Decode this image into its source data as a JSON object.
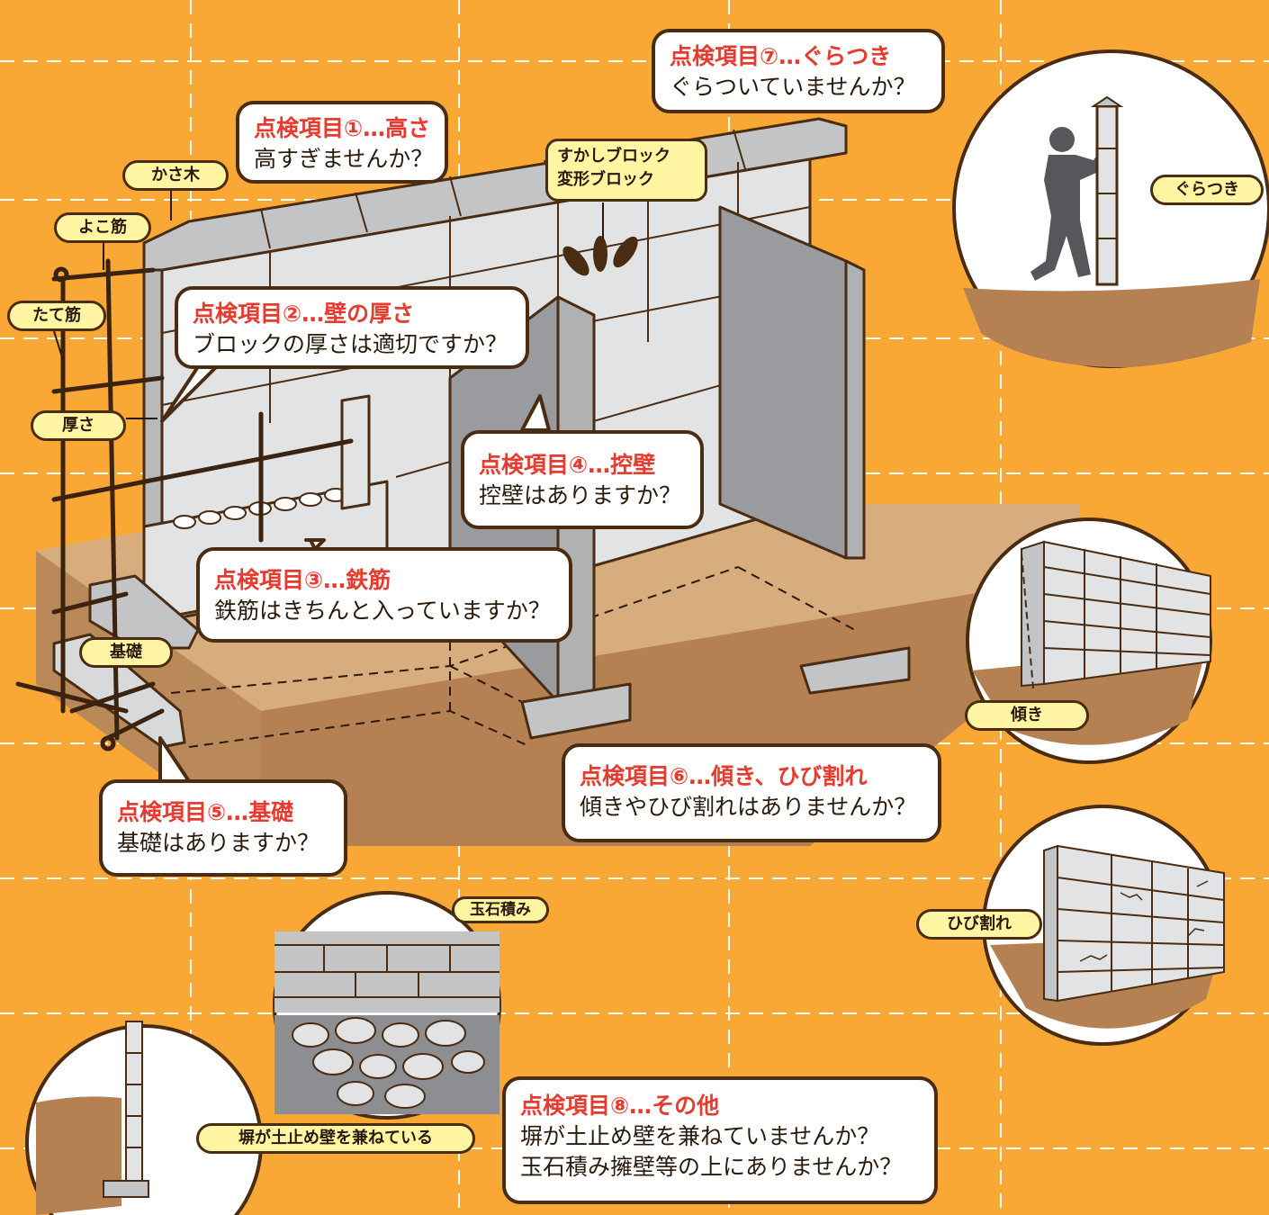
{
  "callouts": {
    "c1": {
      "title": "点検項目①…高さ",
      "question": "高すぎませんか？"
    },
    "c2": {
      "title": "点検項目②…壁の厚さ",
      "question": "ブロックの厚さは適切ですか？"
    },
    "c3": {
      "title": "点検項目③…鉄筋",
      "question": "鉄筋はきちんと入っていますか？"
    },
    "c4": {
      "title": "点検項目④…控壁",
      "question": "控壁はありますか？"
    },
    "c5": {
      "title": "点検項目⑤…基礎",
      "question": "基礎はありますか？"
    },
    "c6": {
      "title": "点検項目⑥…傾き、ひび割れ",
      "question": "傾きやひび割れはありませんか？"
    },
    "c7": {
      "title": "点検項目⑦…ぐらつき",
      "question": "ぐらついていませんか？"
    },
    "c8": {
      "title": "点検項目⑧…その他",
      "question1": "塀が土止め壁を兼ねていませんか？",
      "question2": "玉石積み擁壁等の上にありませんか？"
    }
  },
  "labels": {
    "kasagi": "かさ木",
    "yokokin": "よこ筋",
    "tatekin": "たて筋",
    "atsusa": "厚さ",
    "kiso": "基礎",
    "sukashi1": "すかしブロック",
    "sukashi2": "変形ブロック",
    "guratsuki": "ぐらつき",
    "katamuki": "傾き",
    "hibiware": "ひび割れ",
    "tamaishi": "玉石積み",
    "dodome": "塀が土止め壁を兼ねている"
  },
  "colors": {
    "background": "#f9a836",
    "outline": "#4a2c12",
    "title_red": "#e63b2e",
    "tag_yellow": "#fff5a3",
    "block_gray": "#e2e3e4",
    "soil": "#b9895a"
  },
  "icons": [
    "person-icon",
    "crack-icon",
    "stone-icon"
  ]
}
